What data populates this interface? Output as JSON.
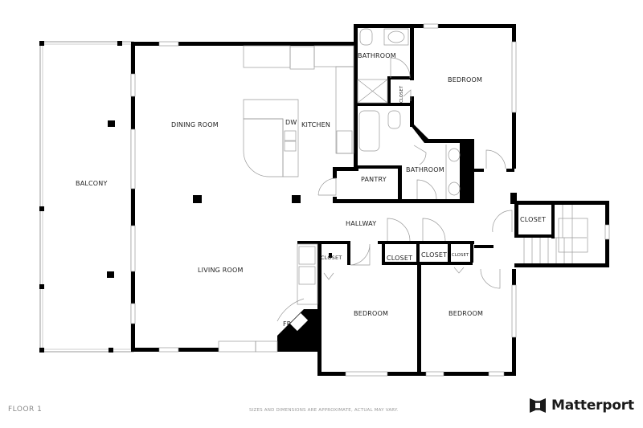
{
  "plan": {
    "floor_label": "FLOOR 1",
    "disclaimer": "SIZES AND DIMENSIONS ARE APPROXIMATE, ACTUAL MAY VARY.",
    "brand": "Matterport",
    "colors": {
      "wall": "#000000",
      "fixture": "#aaaaaa",
      "background": "#ffffff",
      "text": "#222222"
    },
    "rooms": {
      "balcony": "BALCONY",
      "dining_room": "DINING ROOM",
      "kitchen": "KITCHEN",
      "dishwasher": "DW",
      "living_room": "LIVING ROOM",
      "fireplace": "FP",
      "pantry": "PANTRY",
      "hallway": "HALLWAY",
      "bathroom_top": "BATHROOM",
      "bathroom_mid": "BATHROOM",
      "bedroom_master": "BEDROOM",
      "bedroom_left": "BEDROOM",
      "bedroom_right": "BEDROOM",
      "closet_master": "CLOSET",
      "closet_stairs": "CLOSET",
      "closet_1": "CLOSET",
      "closet_2": "CLOSET",
      "closet_3": "CLOSET",
      "closet_4": "CLOSET"
    }
  }
}
